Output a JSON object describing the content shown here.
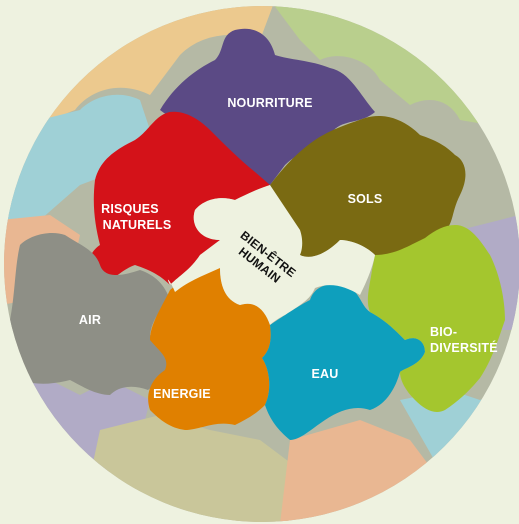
{
  "puzzle": {
    "center": {
      "line1": "BIEN-ÊTRE",
      "line2": "HUMAIN"
    },
    "pieces": {
      "nourriture": {
        "label": "NOURRITURE",
        "color": "#5b4a85"
      },
      "sols": {
        "label": "SOLS",
        "color": "#7a6a12"
      },
      "risques": {
        "line1": "RISQUES",
        "line2": "NATURELS",
        "color": "#d41219"
      },
      "air": {
        "label": "AIR",
        "color": "#8e8f86"
      },
      "energie": {
        "label": "ENERGIE",
        "color": "#e08000"
      },
      "eau": {
        "label": "EAU",
        "color": "#0e9fbd"
      },
      "biodiversite": {
        "line1": "BIO-",
        "line2": "DIVERSITÉ",
        "color": "#a4c62e"
      },
      "center": {
        "color": "#eef2e0"
      }
    },
    "outer_colors": {
      "tan": "#ecc98e",
      "green": "#b9cf8d",
      "blue": "#9fd0d6",
      "gray": "#b5b9a5",
      "peach": "#e9b792",
      "lilac": "#b1abc6",
      "khaki": "#c9c69a"
    }
  }
}
